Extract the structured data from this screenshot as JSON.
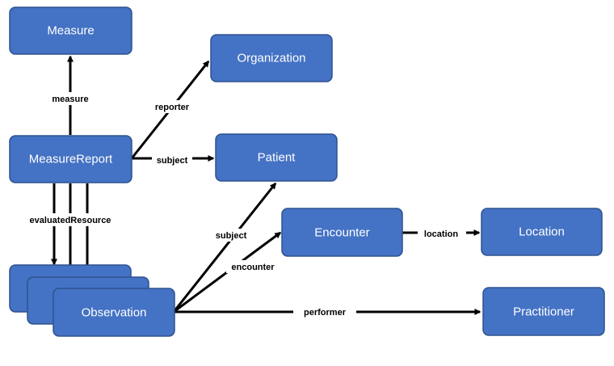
{
  "nodes": {
    "measure": "Measure",
    "organization": "Organization",
    "measure_report": "MeasureReport",
    "patient": "Patient",
    "encounter": "Encounter",
    "location": "Location",
    "observation": "Observation",
    "practitioner": "Practitioner"
  },
  "edges": {
    "measure": "measure",
    "reporter": "reporter",
    "subject_report": "subject",
    "evaluated_resource": "evaluatedResource",
    "subject_observation": "subject",
    "encounter": "encounter",
    "location": "location",
    "performer": "performer"
  },
  "colors": {
    "node_fill": "#4472c4",
    "node_border": "#2f528f",
    "arrow": "#000000"
  }
}
